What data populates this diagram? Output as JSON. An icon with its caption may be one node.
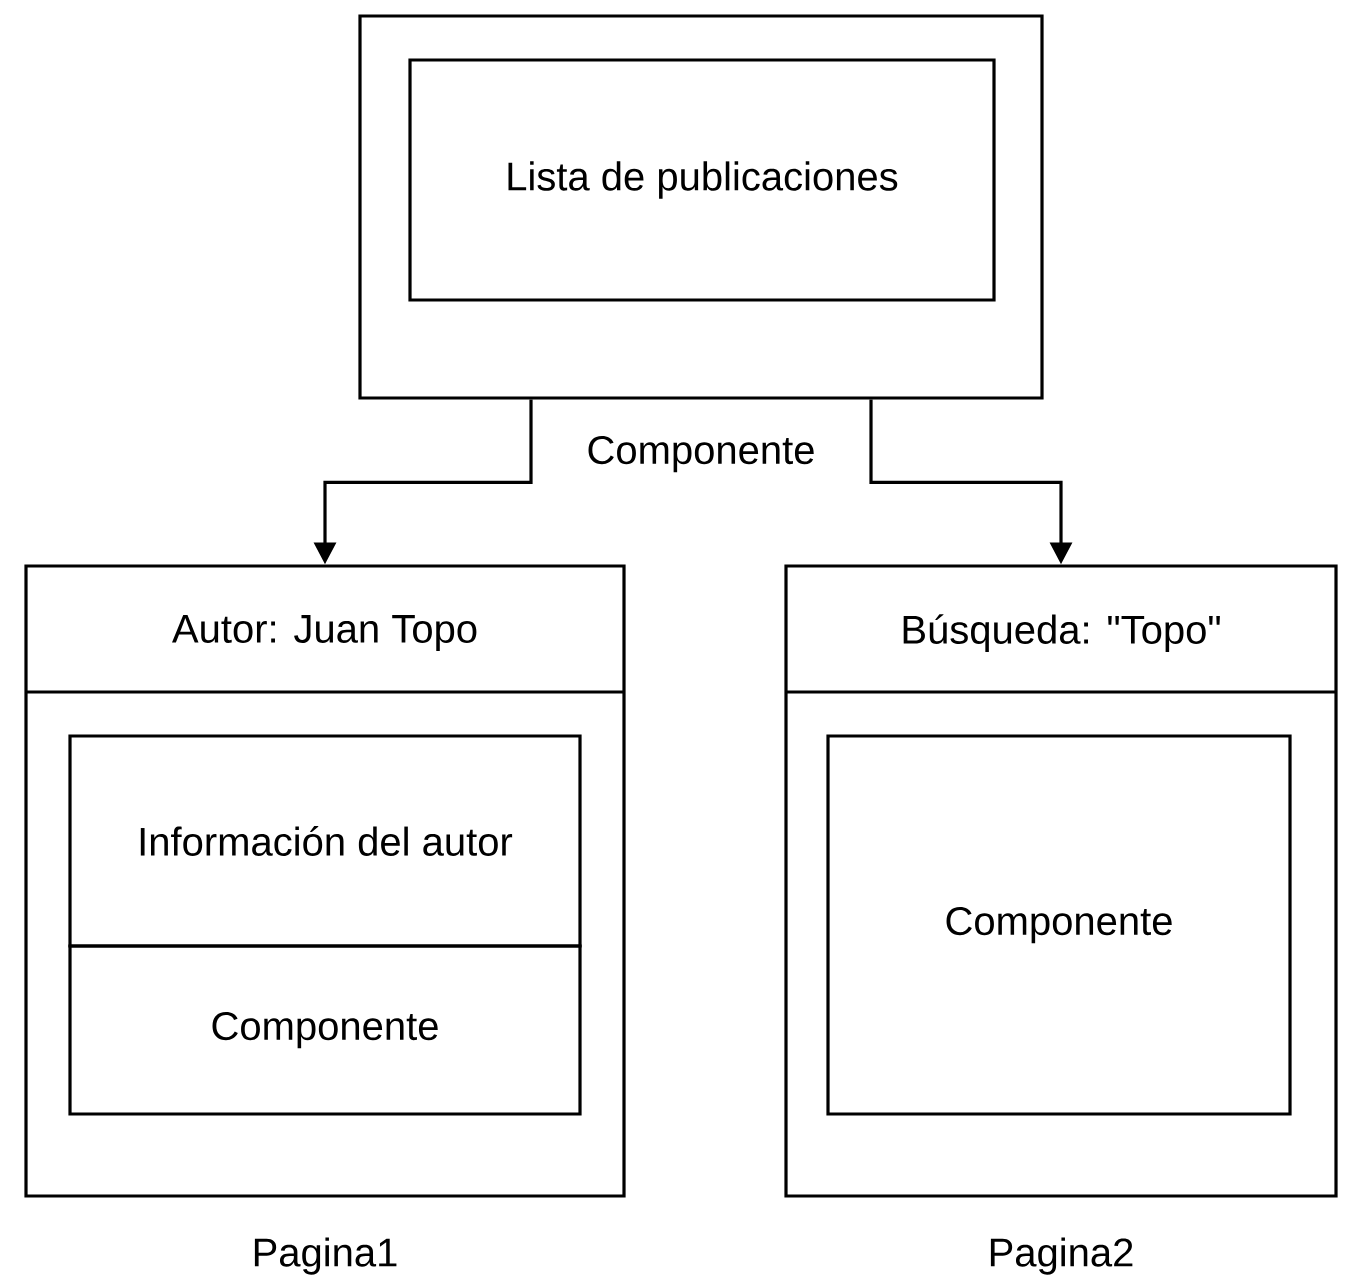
{
  "diagram": {
    "nodes": [
      {
        "text": [],
        "shape": "box",
        "beside": [
          "Componente"
        ]
      },
      {
        "text": [
          "Lista de publicaciones"
        ],
        "in": 0
      },
      {
        "text": [
          "Autor: Juan Topo"
        ],
        "beside": [
          "Pagina1"
        ]
      },
      {
        "text": [
          "Información del autor"
        ],
        "in": 2
      },
      {
        "text": [
          "Componente"
        ],
        "in": 2
      },
      {
        "text": [
          "Búsqueda: \"Topo\""
        ],
        "beside": [
          "Pagina2"
        ]
      },
      {
        "text": [
          "Componente"
        ],
        "in": 5
      }
    ],
    "edges": [
      {
        "from": 0,
        "to": 2,
        "arrow": "to"
      },
      {
        "from": 0,
        "to": 5,
        "arrow": "to"
      }
    ]
  }
}
